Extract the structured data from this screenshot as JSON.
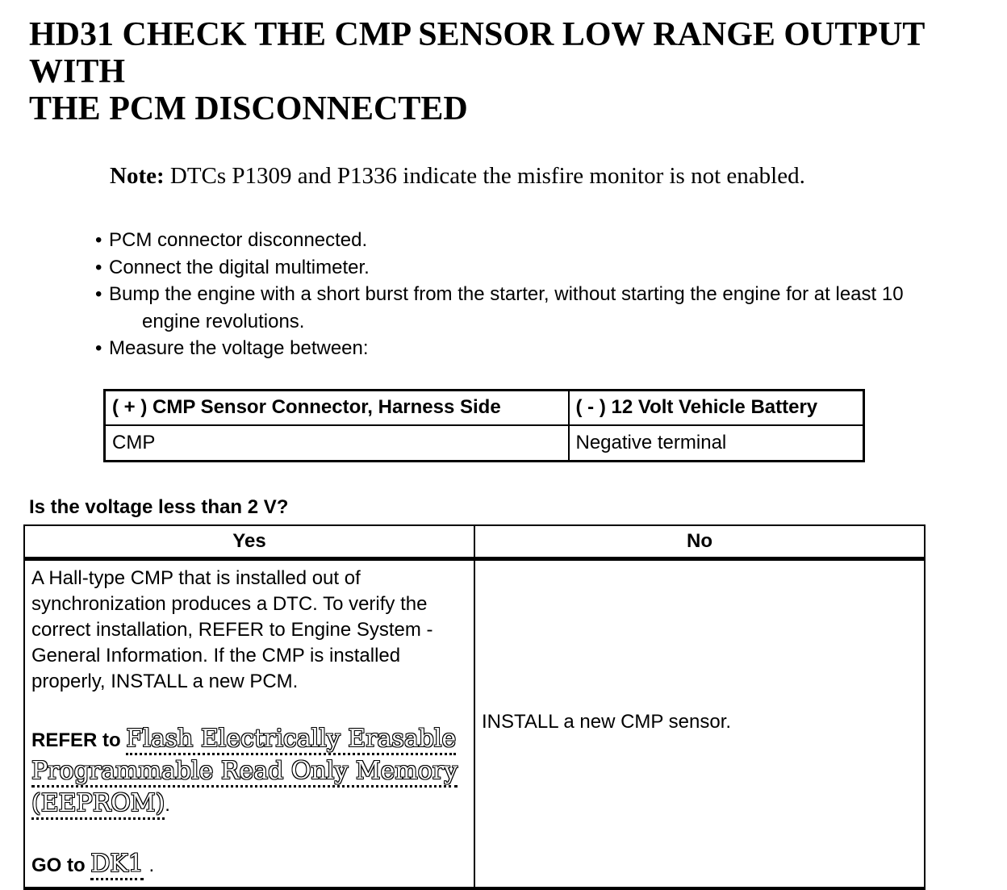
{
  "page": {
    "title_line1": "HD31 CHECK THE CMP SENSOR LOW RANGE OUTPUT WITH",
    "title_line2": "THE PCM DISCONNECTED"
  },
  "note": {
    "label": "Note:",
    "text": "DTCs P1309 and P1336 indicate the misfire monitor is not enabled."
  },
  "checklist": {
    "items": [
      "PCM connector disconnected.",
      "Connect the digital multimeter.",
      "Bump the engine with a short burst from the starter, without starting the engine for at least 10 engine revolutions.",
      "Measure the voltage between:"
    ]
  },
  "measurement_table": {
    "headers": [
      "( + ) CMP Sensor Connector, Harness Side",
      "( - ) 12 Volt Vehicle Battery"
    ],
    "rows": [
      [
        "CMP",
        "Negative terminal"
      ]
    ]
  },
  "question": "Is the voltage less than 2 V?",
  "decision_table": {
    "headers": [
      "Yes",
      "No"
    ],
    "yes": {
      "paragraph": "A Hall-type CMP that is installed out of synchronization produces a DTC. To verify the correct installation, REFER to Engine System - General Information. If the CMP is installed properly, INSTALL a new PCM.",
      "refer_label": "REFER to",
      "refer_link": "Flash Electrically Erasable Programmable Read Only Memory (EEPROM)",
      "refer_suffix": ".",
      "go_label": "GO to",
      "go_link": "DK1",
      "go_suffix": " ."
    },
    "no": {
      "action": "INSTALL a new CMP sensor."
    }
  },
  "colors": {
    "text": "#000000",
    "background": "#ffffff",
    "table_border": "#000000"
  }
}
